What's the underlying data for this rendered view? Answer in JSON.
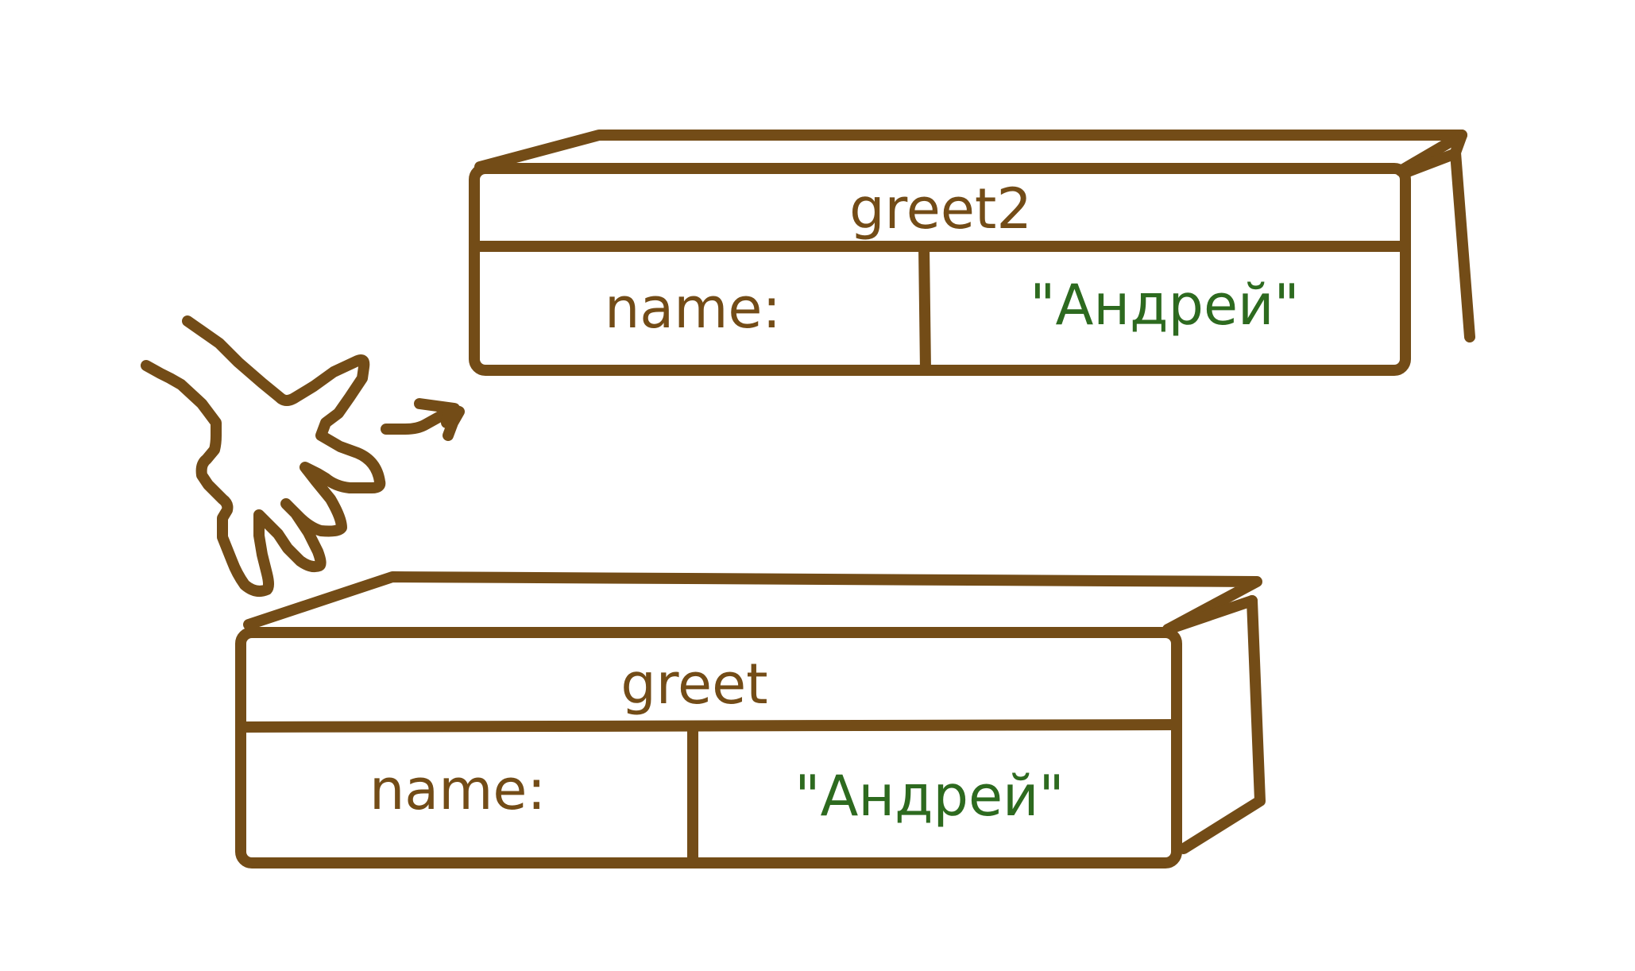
{
  "colors": {
    "outline": "#734c17",
    "label_text": "#734c17",
    "value_text": "#2d6a1f",
    "background": "#ffffff"
  },
  "objects": {
    "top": {
      "title": "greet2",
      "key": "name:",
      "value": "\"Андрей\""
    },
    "bottom": {
      "title": "greet",
      "key": "name:",
      "value": "\"Андрей\""
    }
  },
  "decoration": {
    "icon": "hand-sketched-splash-icon"
  }
}
